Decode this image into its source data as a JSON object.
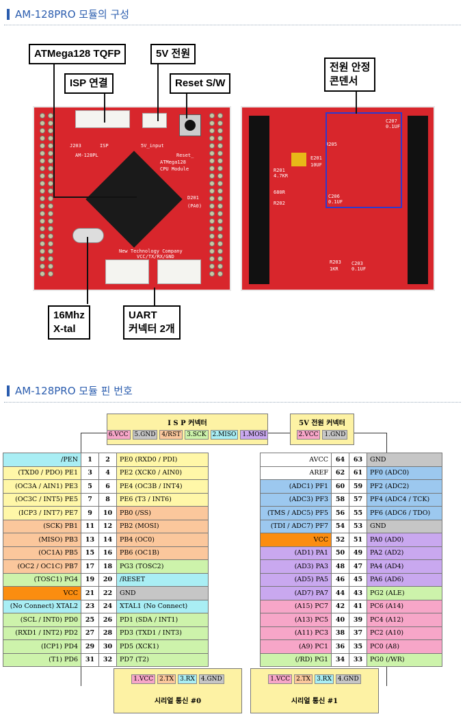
{
  "colors": {
    "pink": "#f7a6c8",
    "purple": "#c9a8ef",
    "blue": "#9cc8ef",
    "cyan": "#a9eef4",
    "green": "#cdf3ab",
    "orange": "#fbc79c",
    "gray": "#c6c6c6",
    "vcc": "#fb8d10",
    "yellow": "#fff7a8",
    "white": "#ffffff"
  },
  "section1": {
    "title": "AM-128PRO 모듈의 구성"
  },
  "section2": {
    "title": "AM-128PRO 모듈 핀 번호"
  },
  "callouts": {
    "mcu": "ATMega128  TQFP",
    "isp": "ISP 연결",
    "power": "5V 전원",
    "reset": "Reset S/W",
    "cap": "전원 안정",
    "cap2": "콘덴서",
    "xtal": "16Mhz",
    "xtal2": "X-tal",
    "uart": "UART",
    "uart2": "커넥터 2개"
  },
  "silk": {
    "j203": "J203",
    "isp": "ISP",
    "am": "AM-128PL",
    "v5": "5V_input",
    "rst": "Reset_",
    "atm": "ATMega128",
    "cpu": "CPU Module",
    "newtech": "New Technology Company",
    "vcc_tx": "VCC/TX/RX/GND",
    "c207": "C207",
    "c207v": "0.1UF",
    "r205": "R205",
    "e201": "E201",
    "e201v": "10UF",
    "r201": "R201",
    "r201v": "4.7KR",
    "r202": "R202",
    "r203": "R203",
    "r203v": "1KR",
    "c203": "C203",
    "c203v": "0.1UF",
    "c206": "C206",
    "c206v": "0.1UF",
    "d201": "D201",
    "pa0": "(PA0)",
    "n680": "680R"
  },
  "isp_conn": {
    "title": "I S P  커넥터",
    "pins": [
      {
        "label": "6.VCC",
        "color": "pink"
      },
      {
        "label": "5.GND",
        "color": "gray"
      },
      {
        "label": "4/RST",
        "color": "orange"
      },
      {
        "label": "3.SCK",
        "color": "green"
      },
      {
        "label": "2.MISO",
        "color": "cyan"
      },
      {
        "label": "1.MOSI",
        "color": "purple"
      }
    ]
  },
  "pwr_conn": {
    "title": "5V 전원 커넥터",
    "pins": [
      {
        "label": "2.VCC",
        "color": "pink"
      },
      {
        "label": "1.GND",
        "color": "gray"
      }
    ]
  },
  "serial0": {
    "title": "시리얼 통신 #0",
    "pins": [
      {
        "label": "1.VCC",
        "color": "pink"
      },
      {
        "label": "2.TX",
        "color": "orange"
      },
      {
        "label": "3.RX",
        "color": "cyan"
      },
      {
        "label": "4.GND",
        "color": "gray"
      }
    ]
  },
  "serial1": {
    "title": "시리얼 통신 #1",
    "pins": [
      {
        "label": "1.VCC",
        "color": "pink"
      },
      {
        "label": "2.TX",
        "color": "orange"
      },
      {
        "label": "3.RX",
        "color": "cyan"
      },
      {
        "label": "4.GND",
        "color": "gray"
      }
    ]
  },
  "left_table": [
    {
      "l": "/PEN",
      "lc": "cyan",
      "a": "1",
      "b": "2",
      "r": "PE0  (RXD0 / PDI)",
      "rc": "yellow"
    },
    {
      "l": "(TXD0 / PDO)   PE1",
      "lc": "yellow",
      "a": "3",
      "b": "4",
      "r": "PE2  (XCK0 / AIN0)",
      "rc": "yellow"
    },
    {
      "l": "(OC3A / AIN1)   PE3",
      "lc": "yellow",
      "a": "5",
      "b": "6",
      "r": "PE4  (OC3B / INT4)",
      "rc": "yellow"
    },
    {
      "l": "(OC3C / INT5)   PE5",
      "lc": "yellow",
      "a": "7",
      "b": "8",
      "r": "PE6  (T3 / INT6)",
      "rc": "yellow"
    },
    {
      "l": "(ICP3 / INT7)   PE7",
      "lc": "yellow",
      "a": "9",
      "b": "10",
      "r": "PB0  (/SS)",
      "rc": "orange"
    },
    {
      "l": "(SCK)   PB1",
      "lc": "orange",
      "a": "11",
      "b": "12",
      "r": "PB2  (MOSI)",
      "rc": "orange"
    },
    {
      "l": "(MISO)   PB3",
      "lc": "orange",
      "a": "13",
      "b": "14",
      "r": "PB4  (OC0)",
      "rc": "orange"
    },
    {
      "l": "(OC1A)   PB5",
      "lc": "orange",
      "a": "15",
      "b": "16",
      "r": "PB6  (OC1B)",
      "rc": "orange"
    },
    {
      "l": "(OC2 / OC1C)   PB7",
      "lc": "orange",
      "a": "17",
      "b": "18",
      "r": "PG3  (TOSC2)",
      "rc": "green"
    },
    {
      "l": "(TOSC1)   PG4",
      "lc": "green",
      "a": "19",
      "b": "20",
      "r": "/RESET",
      "rc": "cyan"
    },
    {
      "l": "VCC",
      "lc": "vcc",
      "a": "21",
      "b": "22",
      "r": "GND",
      "rc": "gray"
    },
    {
      "l": "(No Connect)  XTAL2",
      "lc": "cyan",
      "a": "23",
      "b": "24",
      "r": "XTAL1  (No Connect)",
      "rc": "cyan"
    },
    {
      "l": "(SCL / INT0)   PD0",
      "lc": "green",
      "a": "25",
      "b": "26",
      "r": "PD1  (SDA / INT1)",
      "rc": "green"
    },
    {
      "l": "(RXD1 / INT2)   PD2",
      "lc": "green",
      "a": "27",
      "b": "28",
      "r": "PD3  (TXD1 / INT3)",
      "rc": "green"
    },
    {
      "l": "(ICP1)   PD4",
      "lc": "green",
      "a": "29",
      "b": "30",
      "r": "PD5  (XCK1)",
      "rc": "green"
    },
    {
      "l": "(T1)   PD6",
      "lc": "green",
      "a": "31",
      "b": "32",
      "r": "PD7  (T2)",
      "rc": "green"
    }
  ],
  "right_table": [
    {
      "l": "AVCC",
      "lc": "white",
      "a": "64",
      "b": "63",
      "r": "GND",
      "rc": "gray"
    },
    {
      "l": "AREF",
      "lc": "white",
      "a": "62",
      "b": "61",
      "r": "PF0  (ADC0)",
      "rc": "blue"
    },
    {
      "l": "(ADC1)   PF1",
      "lc": "blue",
      "a": "60",
      "b": "59",
      "r": "PF2  (ADC2)",
      "rc": "blue"
    },
    {
      "l": "(ADC3)   PF3",
      "lc": "blue",
      "a": "58",
      "b": "57",
      "r": "PF4  (ADC4 / TCK)",
      "rc": "blue"
    },
    {
      "l": "(TMS / ADC5)   PF5",
      "lc": "blue",
      "a": "56",
      "b": "55",
      "r": "PF6  (ADC6 / TDO)",
      "rc": "blue"
    },
    {
      "l": "(TDI / ADC7)   PF7",
      "lc": "blue",
      "a": "54",
      "b": "53",
      "r": "GND",
      "rc": "gray"
    },
    {
      "l": "VCC",
      "lc": "vcc",
      "a": "52",
      "b": "51",
      "r": "PA0  (AD0)",
      "rc": "purple"
    },
    {
      "l": "(AD1)   PA1",
      "lc": "purple",
      "a": "50",
      "b": "49",
      "r": "PA2  (AD2)",
      "rc": "purple"
    },
    {
      "l": "(AD3)   PA3",
      "lc": "purple",
      "a": "48",
      "b": "47",
      "r": "PA4  (AD4)",
      "rc": "purple"
    },
    {
      "l": "(AD5)   PA5",
      "lc": "purple",
      "a": "46",
      "b": "45",
      "r": "PA6  (AD6)",
      "rc": "purple"
    },
    {
      "l": "(AD7)   PA7",
      "lc": "purple",
      "a": "44",
      "b": "43",
      "r": "PG2  (ALE)",
      "rc": "green"
    },
    {
      "l": "(A15)   PC7",
      "lc": "pink",
      "a": "42",
      "b": "41",
      "r": "PC6  (A14)",
      "rc": "pink"
    },
    {
      "l": "(A13)   PC5",
      "lc": "pink",
      "a": "40",
      "b": "39",
      "r": "PC4  (A12)",
      "rc": "pink"
    },
    {
      "l": "(A11)   PC3",
      "lc": "pink",
      "a": "38",
      "b": "37",
      "r": "PC2  (A10)",
      "rc": "pink"
    },
    {
      "l": "(A9)   PC1",
      "lc": "pink",
      "a": "36",
      "b": "35",
      "r": "PC0  (A8)",
      "rc": "pink"
    },
    {
      "l": "(/RD)   PG1",
      "lc": "green",
      "a": "34",
      "b": "33",
      "r": "PG0  (/WR)",
      "rc": "green"
    }
  ]
}
